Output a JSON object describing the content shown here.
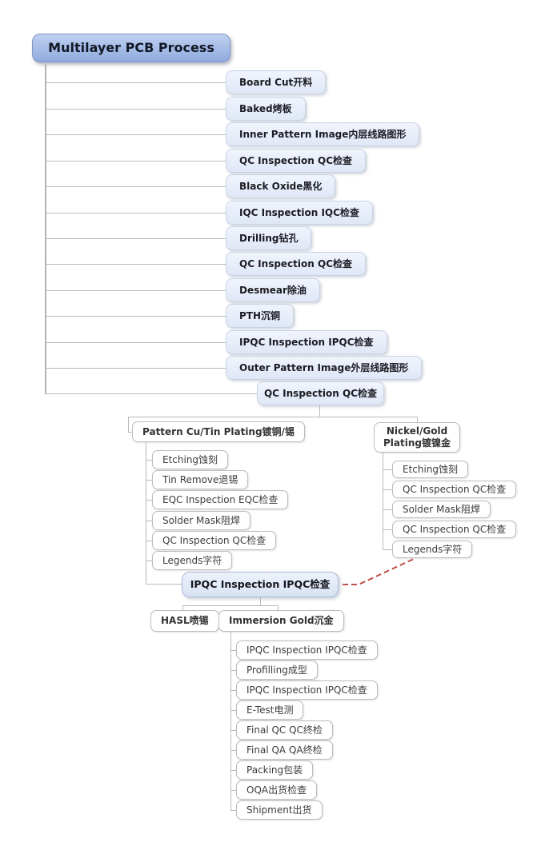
{
  "diagram": {
    "root": "Multilayer PCB Process",
    "main_steps": [
      "Board Cut开料",
      "Baked烤板",
      "Inner Pattern Image内层线路图形",
      "QC Inspection QC检查",
      "Black Oxide黑化",
      "IQC Inspection IQC检查",
      "Drilling钻孔",
      "QC Inspection QC检查",
      "Desmear除油",
      "PTH沉铜",
      "IPQC Inspection IPQC检查",
      "Outer Pattern Image外层线路图形"
    ],
    "qc_junction": "QC Inspection QC检查",
    "pattern_branch": {
      "label": "Pattern Cu/Tin Plating镀铜/锡",
      "steps": [
        "Etching蚀刻",
        "Tin Remove退锡",
        "EQC Inspection EQC检查",
        "Solder Mask阻焊",
        "QC Inspection QC检查",
        "Legends字符"
      ]
    },
    "nickel_branch": {
      "label_line1": "Nickel/Gold",
      "label_line2": "Plating镀镍金",
      "steps": [
        "Etching蚀刻",
        "QC Inspection QC检查",
        "Solder Mask阻焊",
        "QC Inspection QC检查",
        "Legends字符"
      ]
    },
    "ipqc_node": "IPQC Inspection IPQC检查",
    "finish_options": [
      "HASL喷锡",
      "Immersion Gold沉金"
    ],
    "final_steps": [
      "IPQC Inspection IPQC检查",
      "Profilling成型",
      "IPQC Inspection IPQC检查",
      "E-Test电测",
      "Final QC QC终检",
      "Final QA QA终检",
      "Packing包装",
      "OQA出货检查",
      "Shipment出货"
    ],
    "colors": {
      "root_gradient_top": "#bfd1ef",
      "root_gradient_bottom": "#8fabdd",
      "level1_bg": "#e7edf9",
      "highlight_bg": "#e2eaf7",
      "highlight_border": "#a9bad8",
      "leaf_bg": "#ffffff",
      "connector": "#b9b9b9",
      "relationship_line": "#c0504d"
    }
  }
}
